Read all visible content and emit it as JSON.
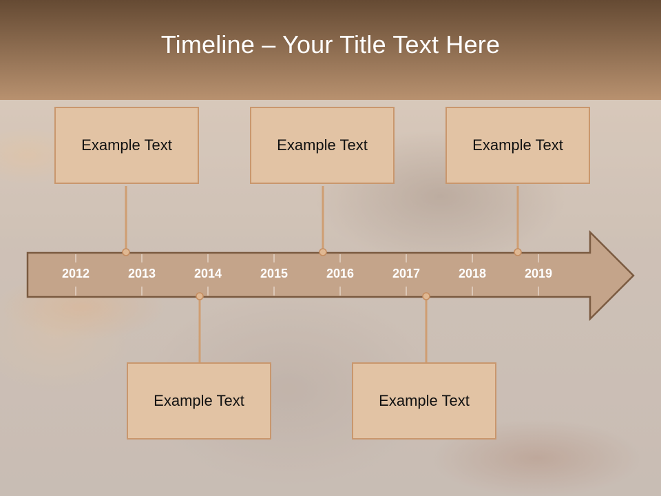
{
  "slide": {
    "title": "Timeline – Your Title Text Here"
  },
  "timeline": {
    "years": [
      "2012",
      "2013",
      "2014",
      "2015",
      "2016",
      "2017",
      "2018",
      "2019"
    ],
    "events": [
      {
        "text": "Example Text",
        "position": "above"
      },
      {
        "text": "Example Text",
        "position": "below"
      },
      {
        "text": "Example Text",
        "position": "above"
      },
      {
        "text": "Example Text",
        "position": "below"
      },
      {
        "text": "Example Text",
        "position": "above"
      }
    ]
  },
  "colors": {
    "header_dark": "#654a33",
    "header_light": "#b8916f",
    "arrow_fill": "#c4a48a",
    "arrow_stroke": "#7a5a40",
    "box_fill": "#e2c3a4",
    "connector": "#cf9e72"
  }
}
